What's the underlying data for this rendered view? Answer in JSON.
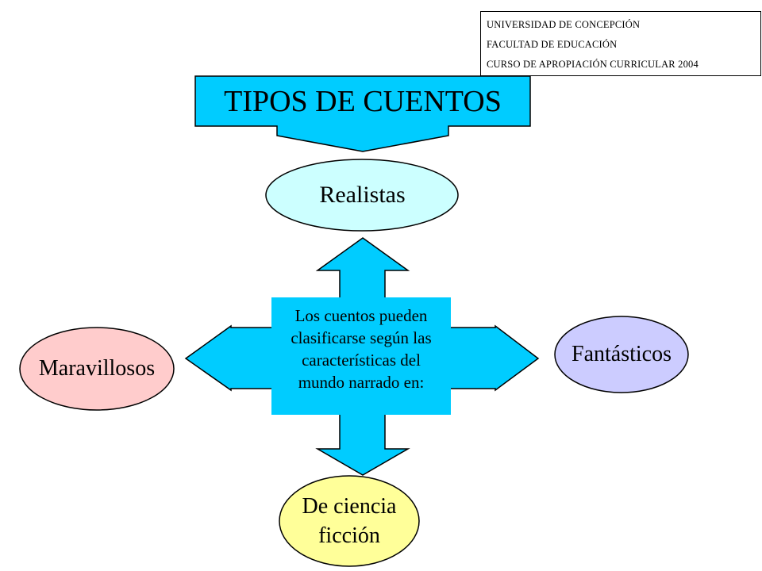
{
  "header": {
    "line1": "UNIVERSIDAD DE CONCEPCIÓN",
    "line2": "FACULTAD DE EDUCACIÓN",
    "line3": "CURSO DE APROPIACIÓN CURRICULAR 2004"
  },
  "title": "TIPOS DE CUENTOS",
  "center": {
    "line1": "Los cuentos pueden",
    "line2": "clasificarse según las",
    "line3": "características del",
    "line4": "mundo narrado en:"
  },
  "categories": {
    "top": "Realistas",
    "left": "Maravillosos",
    "right": "Fantásticos",
    "bottom_line1": "De ciencia",
    "bottom_line2": "ficción"
  },
  "colors": {
    "arrow_fill": "#00ccff",
    "title_fill": "#00ccff",
    "realistas_fill": "#ccffff",
    "maravillosos_fill": "#ffcccc",
    "fantasticos_fill": "#ccccff",
    "ciencia_fill": "#ffff99",
    "stroke": "#000000"
  }
}
